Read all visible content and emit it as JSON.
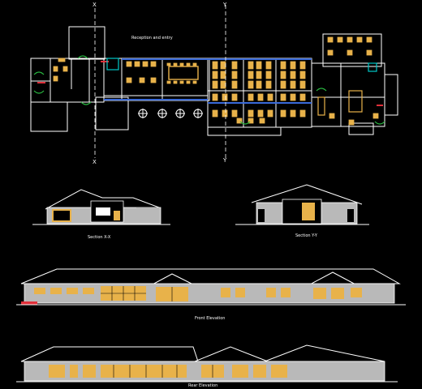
{
  "plan": {
    "title": "Reception and entry",
    "section_marker_left": "X",
    "section_marker_right": "Y"
  },
  "sections": {
    "left_label": "Section X-X",
    "right_label": "Section Y-Y"
  },
  "elevations": {
    "top_label": "Front Elevation",
    "bottom_label": "Rear Elevation"
  },
  "colors": {
    "background": "#000000",
    "wall": "#ffffff",
    "furniture": "#e8b24a",
    "glazing": "#3a6ad8",
    "stair": "#00c8c8",
    "door_green": "#29b840",
    "door_red": "#e0303a",
    "roof_grey": "#7a7a7a",
    "wall_grey": "#b9b9b9"
  }
}
